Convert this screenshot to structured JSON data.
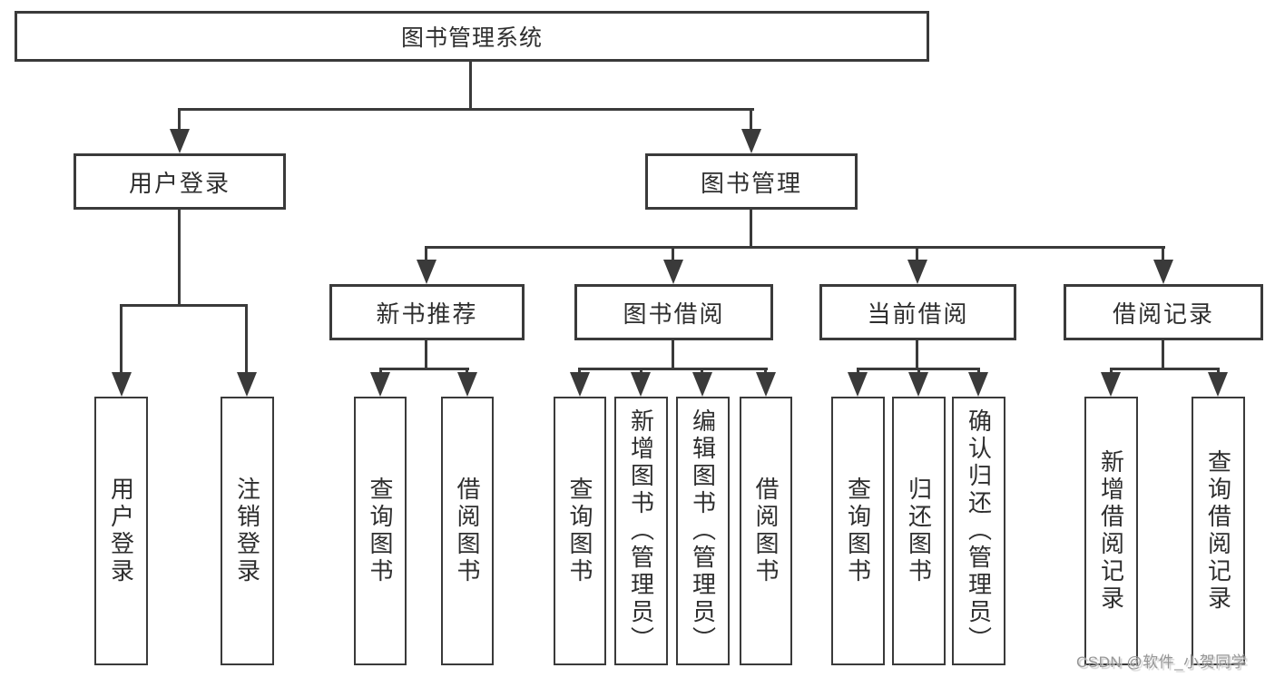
{
  "diagram": {
    "root": "图书管理系统",
    "level2": [
      "用户登录",
      "图书管理"
    ],
    "level3": [
      "新书推荐",
      "图书借阅",
      "当前借阅",
      "借阅记录"
    ],
    "leaves": {
      "user_login": [
        "用户登录",
        "注销登录"
      ],
      "new_book_recommend": [
        "查询图书",
        "借阅图书"
      ],
      "book_borrow": [
        "查询图书",
        "新增图书（管理员）",
        "编辑图书（管理员）",
        "借阅图书"
      ],
      "current_borrow": [
        "查询图书",
        "归还图书",
        "确认归还（管理员）"
      ],
      "borrow_records": [
        "新增借阅记录",
        "查询借阅记录"
      ]
    }
  },
  "watermark": {
    "text": "CSDN @软件_小贺同学"
  },
  "colors": {
    "line": "#3a3a3a",
    "text": "#2e2e2e",
    "watermark_text": "#969696",
    "background": "#ffffff"
  }
}
